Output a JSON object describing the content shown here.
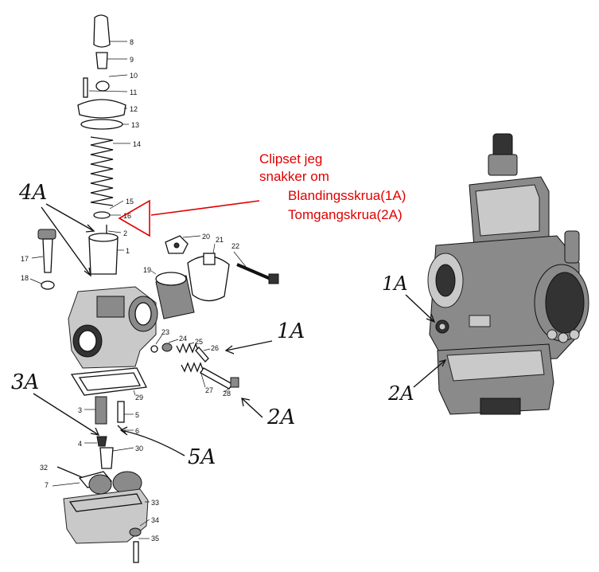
{
  "annotation": {
    "line1": "Clipset jeg",
    "line2": "snakker om",
    "line3": "Blandingsskrua(1A)",
    "line4": "Tomgangskrua(2A)",
    "color": "#e00000"
  },
  "part_numbers": [
    "8",
    "9",
    "10",
    "11",
    "12",
    "13",
    "14",
    "15",
    "16",
    "2",
    "1",
    "17",
    "18",
    "19",
    "20",
    "21",
    "22",
    "23",
    "24",
    "25",
    "26",
    "27",
    "28",
    "29",
    "3",
    "5",
    "6",
    "4",
    "30",
    "32",
    "7",
    "33",
    "34",
    "35"
  ],
  "callouts": {
    "a4": "4A",
    "a1": "1A",
    "a2": "2A",
    "a3": "3A",
    "a5": "5A",
    "photo_a1": "1A",
    "photo_a2": "2A"
  },
  "icons": {
    "exploded": "carburetor-exploded-diagram",
    "photo": "carburetor-photo"
  }
}
